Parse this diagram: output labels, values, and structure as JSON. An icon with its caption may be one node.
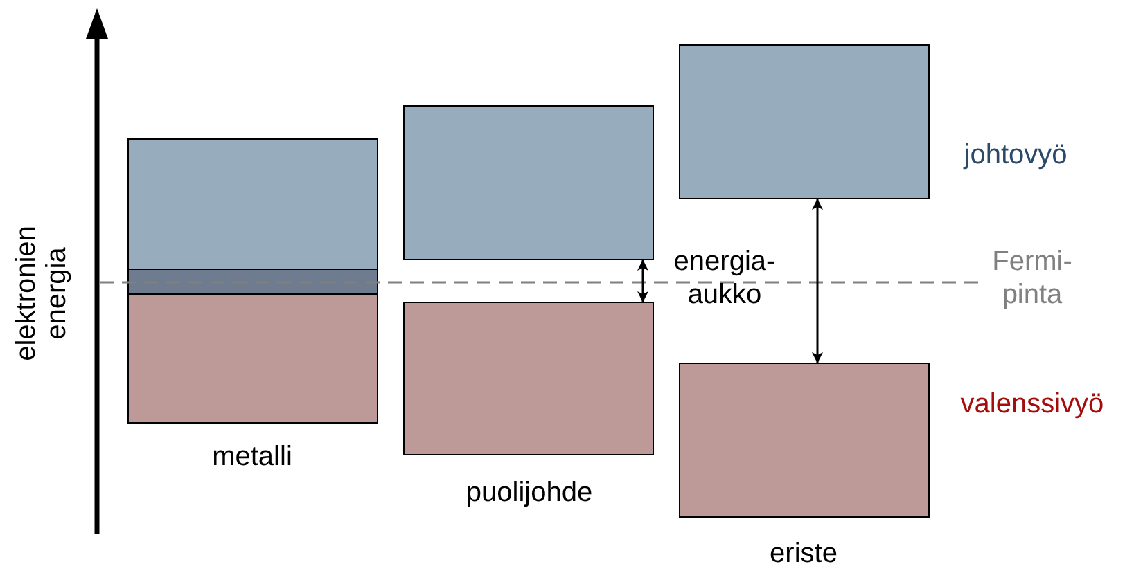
{
  "diagram": {
    "nodes": [
      {
        "text": [],
        "shape": "box"
      },
      {
        "text": [],
        "shape": "box"
      },
      {
        "text": [],
        "shape": "box",
        "beside": [
          "metalli"
        ]
      },
      {
        "text": [],
        "shape": "box"
      },
      {
        "text": [],
        "shape": "box",
        "beside": [
          "puolijohde"
        ]
      },
      {
        "text": [],
        "shape": "box"
      },
      {
        "text": [],
        "shape": "box",
        "beside": [
          "eriste"
        ]
      }
    ],
    "edges": [
      {
        "from": 3,
        "to": 4,
        "arrow": "both"
      },
      {
        "from": 5,
        "to": 6,
        "arrow": "both"
      }
    ],
    "labels": [
      "elektronien energia",
      "energia- aukko",
      "johtovyö",
      "Fermi- pinta",
      "valenssivyö"
    ]
  }
}
